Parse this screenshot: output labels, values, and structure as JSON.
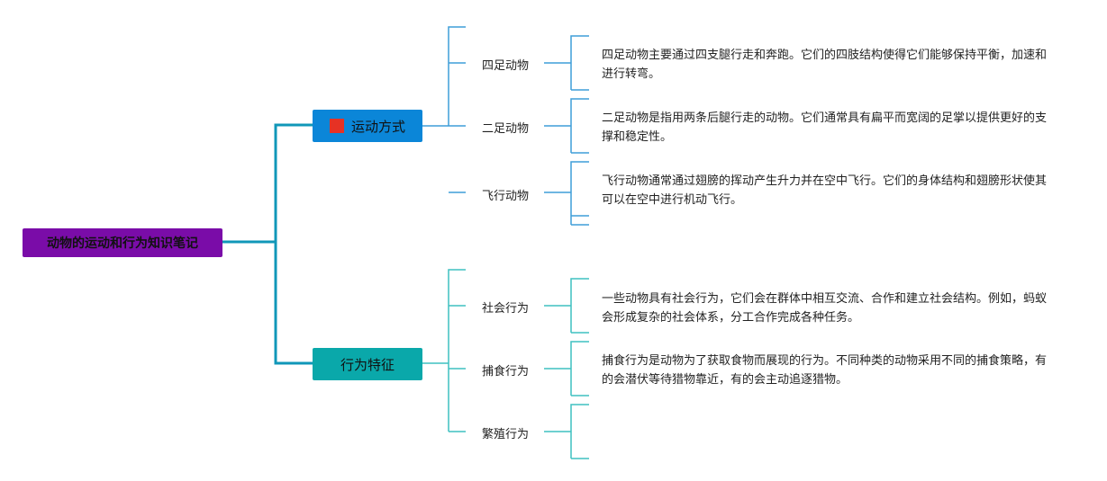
{
  "root": {
    "label": "动物的运动和行为知识笔记"
  },
  "branches": [
    {
      "label": "运动方式",
      "color": "#0b86d8",
      "children": [
        {
          "label": "四足动物",
          "note": "四足动物主要通过四支腿行走和奔跑。它们的四肢结构使得它们能够保持平衡，加速和进行转弯。"
        },
        {
          "label": "二足动物",
          "note": "二足动物是指用两条后腿行走的动物。它们通常具有扁平而宽阔的足掌以提供更好的支撑和稳定性。"
        },
        {
          "label": "飞行动物",
          "note": "飞行动物通常通过翅膀的挥动产生升力并在空中飞行。它们的身体结构和翅膀形状使其可以在空中进行机动飞行。"
        }
      ]
    },
    {
      "label": "行为特征",
      "color": "#0aa8aa",
      "children": [
        {
          "label": "社会行为",
          "note": "一些动物具有社会行为，它们会在群体中相互交流、合作和建立社会结构。例如，蚂蚁会形成复杂的社会体系，分工合作完成各种任务。"
        },
        {
          "label": "捕食行为",
          "note": "捕食行为是动物为了获取食物而展现的行为。不同种类的动物采用不同的捕食策略，有的会潜伏等待猎物靠近，有的会主动追逐猎物。"
        },
        {
          "label": "繁殖行为",
          "note": ""
        }
      ]
    }
  ]
}
